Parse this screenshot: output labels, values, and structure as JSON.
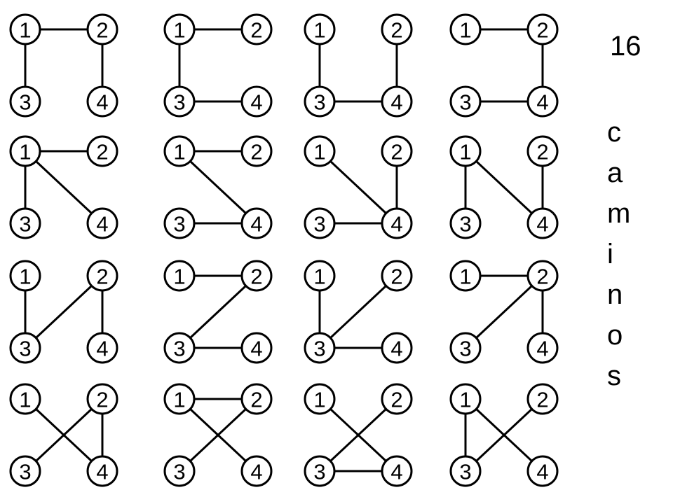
{
  "caption": {
    "count": "16",
    "word_letters": [
      "c",
      "a",
      "m",
      "i",
      "n",
      "o",
      "s"
    ]
  },
  "node_labels": [
    "1",
    "2",
    "3",
    "4"
  ],
  "colors": {
    "stroke": "#000000",
    "node_fill": "#ffffff",
    "background": "#ffffff"
  },
  "graphs": [
    {
      "edges": [
        [
          1,
          2
        ],
        [
          1,
          3
        ],
        [
          2,
          4
        ]
      ]
    },
    {
      "edges": [
        [
          1,
          2
        ],
        [
          1,
          3
        ],
        [
          3,
          4
        ]
      ]
    },
    {
      "edges": [
        [
          1,
          3
        ],
        [
          3,
          4
        ],
        [
          2,
          4
        ]
      ]
    },
    {
      "edges": [
        [
          1,
          2
        ],
        [
          2,
          4
        ],
        [
          3,
          4
        ]
      ]
    },
    {
      "edges": [
        [
          1,
          2
        ],
        [
          1,
          3
        ],
        [
          1,
          4
        ]
      ]
    },
    {
      "edges": [
        [
          1,
          2
        ],
        [
          1,
          4
        ],
        [
          3,
          4
        ]
      ]
    },
    {
      "edges": [
        [
          1,
          4
        ],
        [
          2,
          4
        ],
        [
          3,
          4
        ]
      ]
    },
    {
      "edges": [
        [
          1,
          3
        ],
        [
          1,
          4
        ],
        [
          2,
          4
        ]
      ]
    },
    {
      "edges": [
        [
          1,
          3
        ],
        [
          2,
          3
        ],
        [
          2,
          4
        ]
      ]
    },
    {
      "edges": [
        [
          1,
          2
        ],
        [
          2,
          3
        ],
        [
          3,
          4
        ]
      ]
    },
    {
      "edges": [
        [
          1,
          3
        ],
        [
          2,
          3
        ],
        [
          3,
          4
        ]
      ]
    },
    {
      "edges": [
        [
          1,
          2
        ],
        [
          2,
          3
        ],
        [
          2,
          4
        ]
      ]
    },
    {
      "edges": [
        [
          1,
          4
        ],
        [
          2,
          3
        ],
        [
          2,
          4
        ]
      ]
    },
    {
      "edges": [
        [
          1,
          2
        ],
        [
          1,
          4
        ],
        [
          2,
          3
        ]
      ]
    },
    {
      "edges": [
        [
          1,
          4
        ],
        [
          2,
          3
        ],
        [
          3,
          4
        ]
      ]
    },
    {
      "edges": [
        [
          1,
          3
        ],
        [
          1,
          4
        ],
        [
          2,
          3
        ]
      ]
    }
  ]
}
